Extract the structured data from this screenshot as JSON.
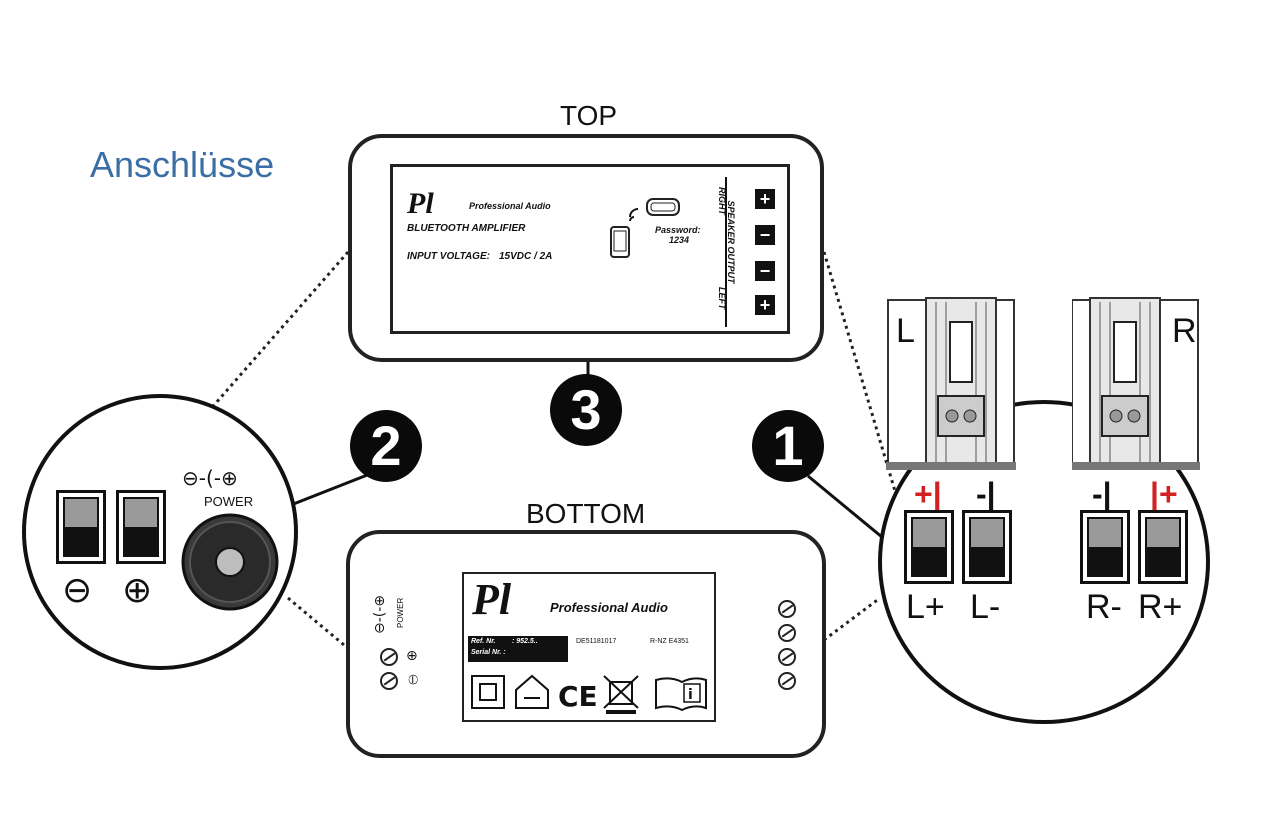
{
  "heading": "Anschlüsse",
  "top_panel": {
    "label": "TOP",
    "brand": "Professional Audio",
    "product": "BLUETOOTH AMPLIFIER",
    "input_voltage_label": "INPUT VOLTAGE:",
    "input_voltage_value": "15VDC / 2A",
    "password_label": "Password:",
    "password_value": "1234",
    "speaker_output_label": "SPEAKER OUTPUT",
    "right_label": "RIGHT",
    "left_label": "LEFT",
    "icons": [
      "pl-logo-icon",
      "phone-icon",
      "bluetooth-waves-icon",
      "speaker-device-icon"
    ]
  },
  "bottom_panel": {
    "label": "BOTTOM",
    "brand": "Professional Audio",
    "ref_label": "Ref. Nr.",
    "ref_value": ": 952.5..",
    "serial_label": "Serial Nr. :",
    "cert_code": "DE51181017",
    "rnz_code": "R-NZ E4351",
    "power_label": "POWER",
    "icons": [
      "double-insulation-icon",
      "indoor-use-icon",
      "ce-mark-icon",
      "weee-bin-icon",
      "manual-info-icon"
    ]
  },
  "callout_power": {
    "badge": "2",
    "power_label": "POWER",
    "minus_symbol": "⊖",
    "plus_symbol": "⊕"
  },
  "callout_bluetooth": {
    "badge": "3"
  },
  "callout_speakers": {
    "badge": "1",
    "left_speaker": "L",
    "right_speaker": "R",
    "terminals": [
      {
        "polarity": "+|",
        "polarity_color": "#d42020",
        "label": "L+"
      },
      {
        "polarity": "-|",
        "polarity_color": "#111111",
        "label": "L-"
      },
      {
        "polarity": "-|",
        "polarity_color": "#111111",
        "label": "R-"
      },
      {
        "polarity": "|+",
        "polarity_color": "#d42020",
        "label": "R+"
      }
    ]
  },
  "colors": {
    "heading": "#3b6ea5",
    "polarity_positive": "#d42020",
    "badge": "#0a0a0a"
  }
}
